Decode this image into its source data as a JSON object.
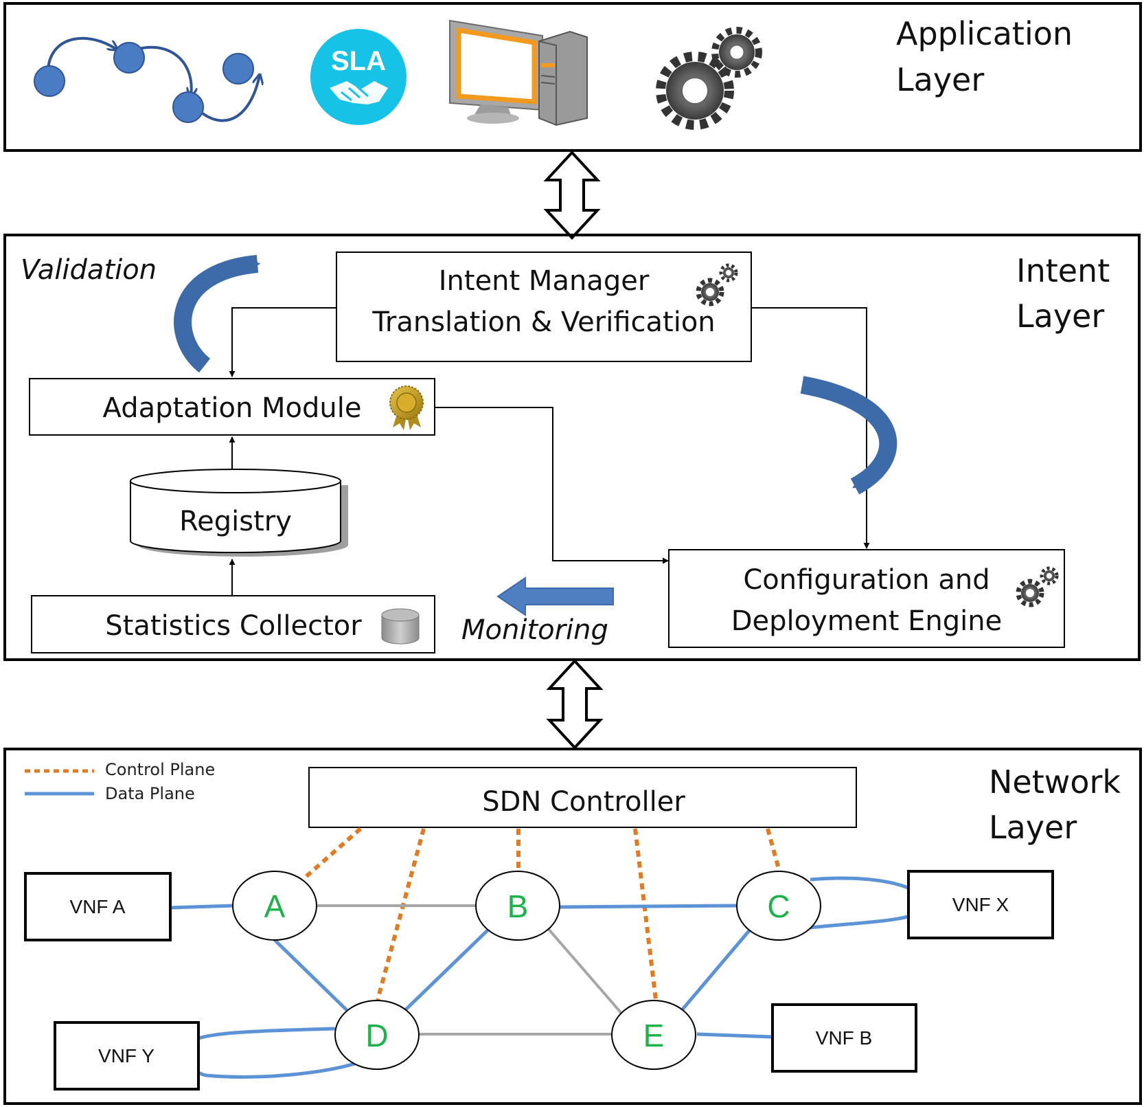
{
  "layers": {
    "application": {
      "title_line1": "Application",
      "title_line2": "Layer"
    },
    "intent": {
      "title_line1": "Intent",
      "title_line2": "Layer"
    },
    "network": {
      "title_line1": "Network",
      "title_line2": "Layer"
    }
  },
  "application_icons": [
    {
      "name": "workflow-icon"
    },
    {
      "name": "sla-handshake-icon",
      "text": "SLA"
    },
    {
      "name": "computer-icon"
    },
    {
      "name": "gears-icon"
    }
  ],
  "intent_components": {
    "intent_manager": {
      "line1": "Intent Manager",
      "line2": "Translation & Verification",
      "icon": "gears-icon"
    },
    "adaptation_module": {
      "label": "Adaptation Module",
      "icon": "award-badge-icon"
    },
    "registry": {
      "label": "Registry",
      "icon": "database-cylinder"
    },
    "statistics_collector": {
      "label": "Statistics Collector",
      "icon": "database-icon"
    },
    "config_engine": {
      "line1": "Configuration and",
      "line2": "Deployment  Engine",
      "icon": "gears-icon"
    },
    "validation_label": "Validation",
    "monitoring_label": "Monitoring"
  },
  "network": {
    "legend": {
      "control": "Control Plane",
      "data": "Data Plane"
    },
    "sdn_controller": "SDN Controller",
    "nodes": [
      "A",
      "B",
      "C",
      "D",
      "E"
    ],
    "vnfs": {
      "a": "VNF A",
      "x": "VNF X",
      "y": "VNF Y",
      "b": "VNF B"
    }
  },
  "colors": {
    "control_plane": "#e07b24",
    "data_plane": "#5b93d6",
    "inactive_link": "#a6a6a6",
    "node_label": "#1db34a",
    "flow_arrow": "#3d6aa8",
    "sla_circle": "#16c3e6"
  }
}
